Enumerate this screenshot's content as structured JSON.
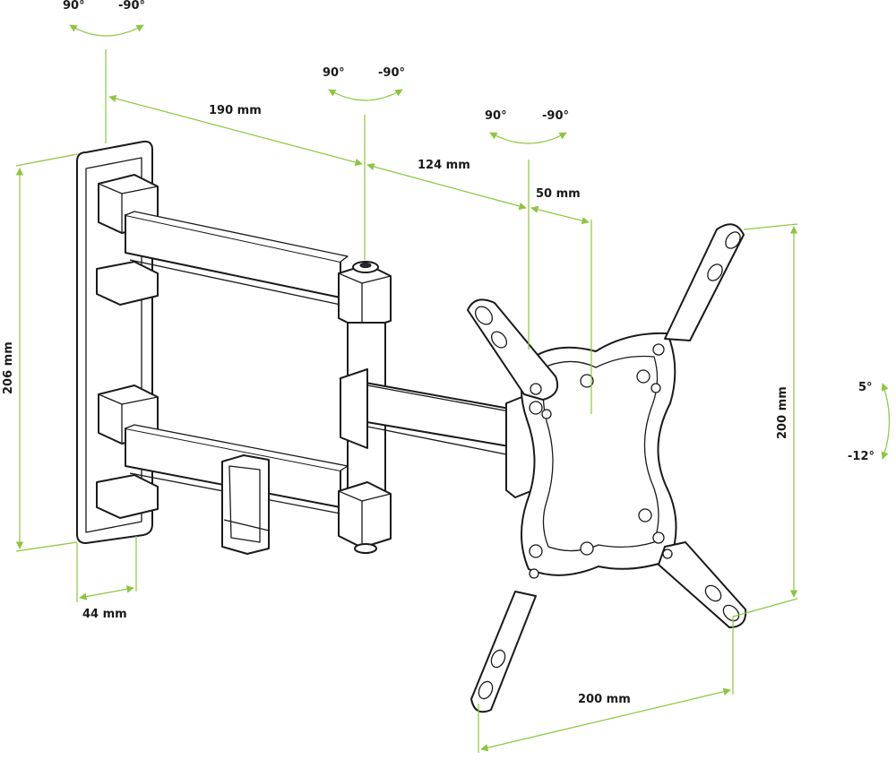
{
  "colors": {
    "dimension": "#8cc63f",
    "line": "#1a1a1a",
    "background": "#ffffff"
  },
  "rotation_wall": {
    "left": "90°",
    "right": "-90°"
  },
  "rotation_mid": {
    "left": "90°",
    "right": "-90°"
  },
  "rotation_head": {
    "left": "90°",
    "right": "-90°"
  },
  "tilt": {
    "up": "5°",
    "down": "-12°"
  },
  "dimensions": {
    "arm1": "190 mm",
    "arm2": "124 mm",
    "head_offset": "50 mm",
    "plate_height": "206 mm",
    "plate_depth": "44 mm",
    "vesa_vertical": "200 mm",
    "vesa_horizontal": "200 mm"
  }
}
